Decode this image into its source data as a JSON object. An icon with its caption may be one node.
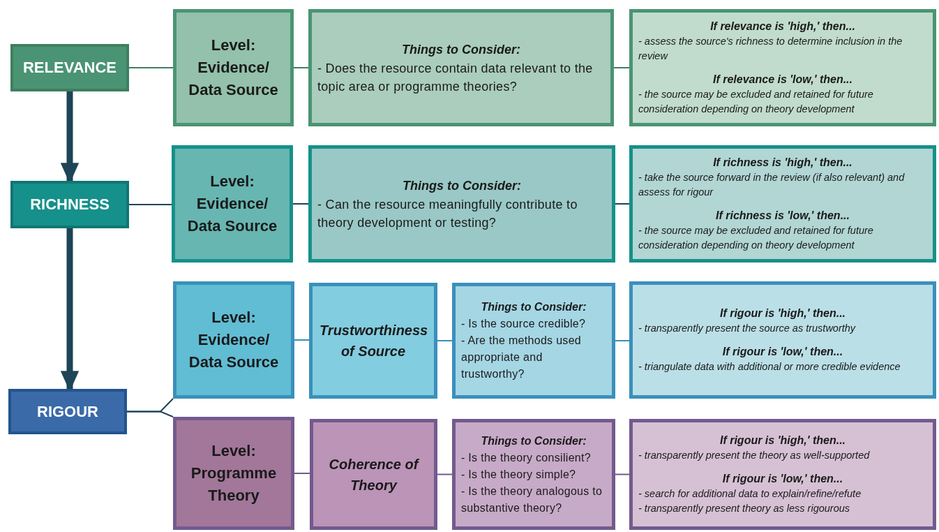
{
  "diagram": {
    "nodes": [
      {
        "text": [
          "RELEVANCE"
        ]
      },
      {
        "text": [
          "Level: Evidence/ Data Source"
        ]
      },
      {
        "text": [
          "Things to Consider:",
          "- Does the resource contain data relevant to the topic area or programme theories?"
        ]
      },
      {
        "text": [
          "If relevance is 'high,' then...",
          "- assess the source's richness to determine inclusion in the review",
          "If relevance is 'low,' then...",
          "- the source may be excluded and retained for future consideration depending on theory development"
        ]
      },
      {
        "text": [
          "RICHNESS"
        ]
      },
      {
        "text": [
          "Level: Evidence/ Data Source"
        ]
      },
      {
        "text": [
          "Things to Consider:",
          "- Can the resource meaningfully contribute to theory development or testing?"
        ]
      },
      {
        "text": [
          "If richness is 'high,' then...",
          "- take the source forward in the review (if also relevant) and assess for rigour",
          "If richness is 'low,' then...",
          "- the source may be excluded and retained for future consideration depending on theory development"
        ]
      },
      {
        "text": [
          "RIGOUR"
        ]
      },
      {
        "text": [
          "Level: Evidence/ Data Source"
        ]
      },
      {
        "text": [
          "Trustworthiness of Source"
        ]
      },
      {
        "text": [
          "Things to Consider:",
          "- Is the source credible?",
          "- Are the methods used appropriate and trustworthy?"
        ]
      },
      {
        "text": [
          "If rigour is 'high,' then...",
          "- transparently present the source as trustworthy",
          "If rigour is 'low,' then...",
          "- triangulate data with additional or more credible evidence"
        ]
      },
      {
        "text": [
          "Level: Programme Theory"
        ]
      },
      {
        "text": [
          "Coherence of Theory"
        ]
      },
      {
        "text": [
          "Things to Consider:",
          "- Is the theory consilient?",
          "- Is the theory simple?",
          "- Is the theory analogous to substantive theory?"
        ]
      },
      {
        "text": [
          "If rigour is 'high,' then...",
          "- transparently present the theory as well-supported",
          "If rigour is 'low,' then...",
          "- search for additional data to explain/refine/refute",
          "- transparently present theory as less rigourous"
        ]
      }
    ],
    "edges": [
      {
        "from": 0,
        "to": 1,
        "arrow": "none",
        "color": "#3f7f5f"
      },
      {
        "from": 1,
        "to": 2,
        "arrow": "none",
        "color": "#3f7f5f"
      },
      {
        "from": 2,
        "to": 3,
        "arrow": "none",
        "color": "#3f7f5f"
      },
      {
        "from": 0,
        "to": 4,
        "arrow": "to",
        "style": "thick",
        "color": "#1d4457"
      },
      {
        "from": 4,
        "to": 5,
        "arrow": "none",
        "color": "#1d4457"
      },
      {
        "from": 5,
        "to": 6,
        "arrow": "none",
        "color": "#1d4457"
      },
      {
        "from": 6,
        "to": 7,
        "arrow": "none",
        "color": "#1d4457"
      },
      {
        "from": 4,
        "to": 8,
        "arrow": "to",
        "style": "thick",
        "color": "#1d4457"
      },
      {
        "from": 8,
        "to": 9,
        "arrow": "none",
        "color": "#1d4457"
      },
      {
        "from": 8,
        "to": 13,
        "arrow": "none",
        "color": "#1d4457"
      },
      {
        "from": 9,
        "to": 10,
        "arrow": "none",
        "color": "#3a90bb"
      },
      {
        "from": 10,
        "to": 11,
        "arrow": "none",
        "color": "#3a90bb"
      },
      {
        "from": 11,
        "to": 12,
        "arrow": "none",
        "color": "#3a90bb"
      },
      {
        "from": 13,
        "to": 14,
        "arrow": "none",
        "color": "#735a8e"
      },
      {
        "from": 14,
        "to": 15,
        "arrow": "none",
        "color": "#735a8e"
      },
      {
        "from": 15,
        "to": 16,
        "arrow": "none",
        "color": "#735a8e"
      }
    ]
  }
}
